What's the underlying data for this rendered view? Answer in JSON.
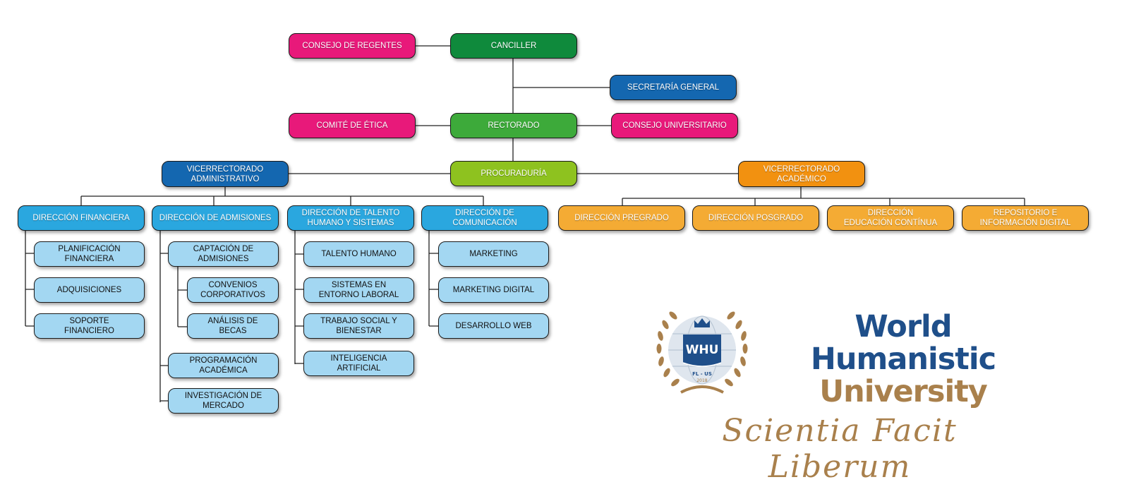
{
  "colors": {
    "magenta": "#e8197a",
    "dark_green": "#0f8a3c",
    "green": "#3daa3a",
    "blue": "#1467b0",
    "lime": "#8ec21f",
    "orange": "#f29110",
    "sky": "#2aa7df",
    "light_sky": "#a3d7f2",
    "gold": "#f4ab34",
    "line": "#222222"
  },
  "org": {
    "consejo_regentes": "CONSEJO DE REGENTES",
    "canciller": "CANCILLER",
    "secretaria_general": "SECRETARÍA GENERAL",
    "comite_etica": "COMITÉ DE ÉTICA",
    "rectorado": "RECTORADO",
    "consejo_universitario": "CONSEJO UNIVERSITARIO",
    "vice_admin": "VICERRECTORADO ADMINISTRATIVO",
    "procuraduria": "PROCURADURÍA",
    "vice_academico": "VICERRECTORADO ACADÉMICO",
    "dir_financiera": "DIRECCIÓN FINANCIERA",
    "dir_admisiones": "DIRECCIÓN DE ADMISIONES",
    "dir_talento": "DIRECCIÓN DE TALENTO HUMANO Y SISTEMAS",
    "dir_comunicacion": "DIRECCIÓN DE COMUNICACIÓN",
    "dir_pregrado": "DIRECCIÓN PREGRADO",
    "dir_posgrado": "DIRECCIÓN POSGRADO",
    "dir_educacion": "DIRECCIÓN EDUCACIÓN CONTÍNUA",
    "repositorio": "REPOSITORIO E INFORMACIÓN DIGITAL",
    "planificacion": "PLANIFICACIÓN FINANCIERA",
    "adquisiciones": "ADQUISICIONES",
    "soporte": "SOPORTE FINANCIERO",
    "captacion": "CAPTACIÓN DE ADMISIONES",
    "convenios": "CONVENIOS CORPORATIVOS",
    "analisis": "ANÁLISIS DE BECAS",
    "programacion": "PROGRAMACIÓN ACADÉMICA",
    "investigacion": "INVESTIGACIÓN DE MERCADO",
    "talento_humano": "TALENTO HUMANO",
    "sistemas": "SISTEMAS EN ENTORNO LABORAL",
    "trabajo_social": "TRABAJO SOCIAL Y BIENESTAR",
    "inteligencia": "INTELIGENCIA ARTIFICIAL",
    "marketing": "MARKETING",
    "marketing_digital": "MARKETING DIGITAL",
    "desarrollo_web": "DESARROLLO WEB"
  },
  "brand": {
    "seal_text": "WHU",
    "seal_sub": "FL - US",
    "seal_year": "2018",
    "name_line1": "World Humanistic",
    "name_line2": "University",
    "motto": "Scientia Facit Liberum",
    "navy": "#1f4f8a",
    "bronze": "#a9804c"
  }
}
